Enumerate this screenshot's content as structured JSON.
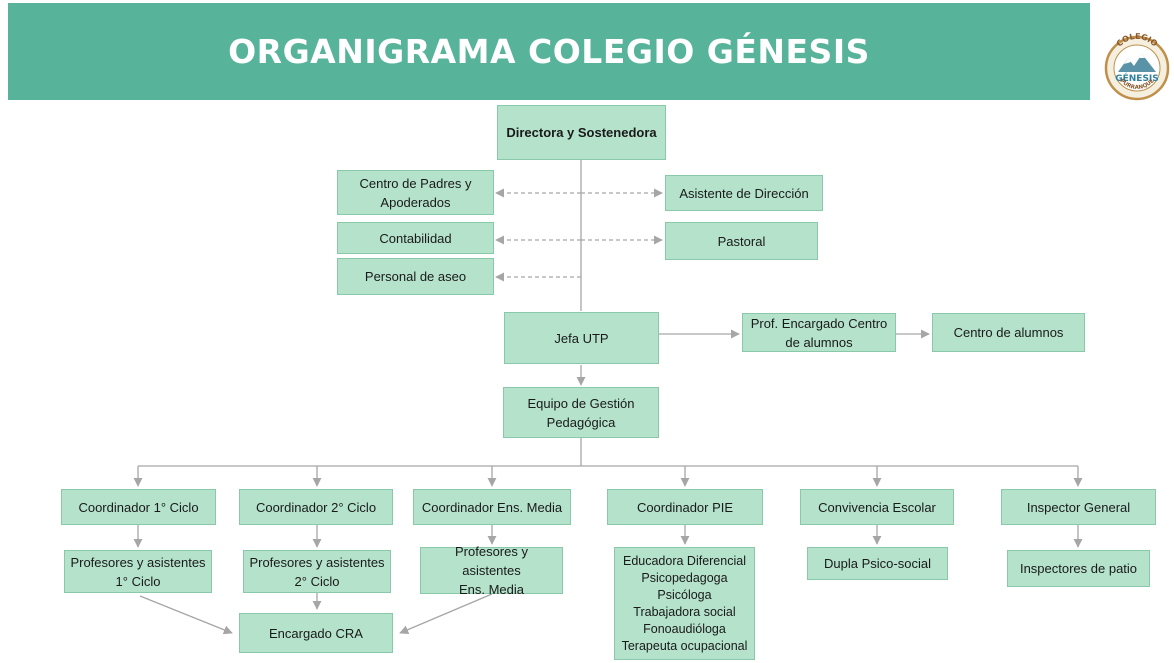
{
  "header": {
    "title": "ORGANIGRAMA COLEGIO GÉNESIS"
  },
  "logo": {
    "text_top": "COLEGIO",
    "text_middle": "GÉNESIS",
    "text_bottom": "PURRANQUE"
  },
  "nodes": {
    "directora": "Directora y Sostenedora",
    "centro_padres": "Centro de Padres y\nApoderados",
    "asistente_direccion": "Asistente de Dirección",
    "contabilidad": "Contabilidad",
    "pastoral": "Pastoral",
    "personal_aseo": "Personal de aseo",
    "jefa_utp": "Jefa UTP",
    "prof_encargado": "Prof. Encargado Centro\nde alumnos",
    "centro_alumnos": "Centro de alumnos",
    "equipo_gestion": "Equipo de Gestión\nPedagógica",
    "coord_1ciclo": "Coordinador  1° Ciclo",
    "coord_2ciclo": "Coordinador  2° Ciclo",
    "coord_media": "Coordinador  Ens. Media",
    "coord_pie": "Coordinador  PIE",
    "convivencia": "Convivencia Escolar",
    "inspector_general": "Inspector General",
    "prof_1ciclo": "Profesores y asistentes\n1° Ciclo",
    "prof_2ciclo": "Profesores y asistentes\n2° Ciclo",
    "prof_media": "Profesores y asistentes\nEns. Media",
    "pie_equipo": "Educadora Diferencial\nPsicopedagoga\nPsicóloga\nTrabajadora social\nFonoaudióloga\nTerapeuta ocupacional",
    "dupla": "Dupla Psico-social",
    "inspectores_patio": "Inspectores de patio",
    "encargado_cra": "Encargado CRA"
  },
  "colors": {
    "banner": "#57b39a",
    "box_fill": "#b4e2cb",
    "box_border": "#8ac8aa",
    "connector": "#a6a6a6"
  }
}
